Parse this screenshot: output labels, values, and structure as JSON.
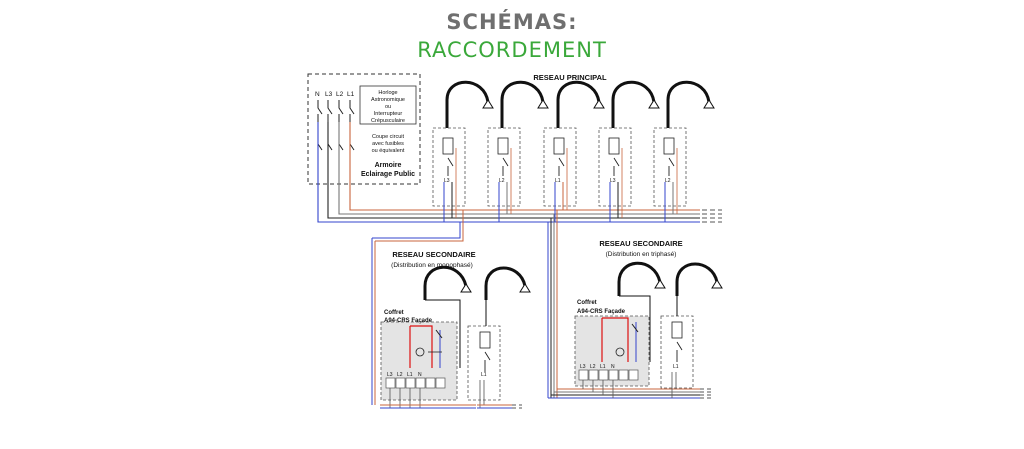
{
  "header": {
    "title": "SCHÉMAS:",
    "subtitle": "RACCORDEMENT"
  },
  "armoire": {
    "phase_labels": [
      "N",
      "L3",
      "L2",
      "L1"
    ],
    "horloge_lines": [
      "Horloge",
      "Astronomique",
      "ou",
      "Interrupteur",
      "Crépusculaire"
    ],
    "coupe_lines": [
      "Coupe circuit",
      "avec fusibles",
      "ou équivalent"
    ],
    "name_lines": [
      "Armoire",
      "Eclairage Public"
    ]
  },
  "reseau_principal": {
    "label": "RESEAU PRINCIPAL",
    "poles": [
      "L3",
      "L2",
      "L1",
      "L3",
      "L2"
    ]
  },
  "reseau_mono": {
    "label": "RESEAU SECONDAIRE",
    "sublabel": "(Distribution en monophasé)",
    "coffret_line1": "Coffret",
    "coffret_line2": "A94-CRS Façade",
    "terminals": [
      "L3",
      "L2",
      "L1",
      "N"
    ],
    "pole_label": "L1"
  },
  "reseau_tri": {
    "label": "RESEAU SECONDAIRE",
    "sublabel": "(Distribution en triphasé)",
    "coffret_line1": "Coffret",
    "coffret_line2": "A94-CRS Façade",
    "terminals": [
      "L3",
      "L2",
      "L1",
      "N"
    ],
    "pole_label": "L1"
  },
  "colors": {
    "title_gray": "#6f6f6f",
    "subtitle_green": "#3aa83a",
    "neutral_blue": "#3344cc",
    "phase_orange": "#c8643c",
    "phase_black": "#222222",
    "phase_gray": "#777777",
    "red_wire": "#dd1111"
  }
}
